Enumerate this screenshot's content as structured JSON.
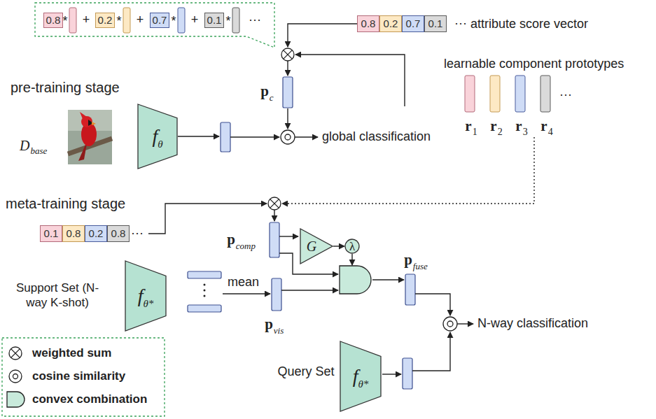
{
  "diagram": {
    "nodes": [
      {
        "text": [
          "0.8"
        ]
      },
      {
        "text": [
          "0.2"
        ]
      },
      {
        "text": [
          "0.7"
        ]
      },
      {
        "text": [
          "0.1"
        ]
      },
      {
        "text": [
          "0.8"
        ]
      },
      {
        "text": [
          "0.2"
        ]
      },
      {
        "text": [
          "0.7"
        ]
      },
      {
        "text": [
          "0.1"
        ]
      },
      {
        "text": [
          "f",
          "θ"
        ]
      },
      {
        "text": [
          "0.1"
        ]
      },
      {
        "text": [
          "0.8"
        ]
      },
      {
        "text": [
          "0.2"
        ]
      },
      {
        "text": [
          "0.8"
        ]
      },
      {
        "text": [
          "G"
        ]
      },
      {
        "text": [
          "λ"
        ]
      },
      {
        "text": [
          "f",
          "θ*"
        ]
      },
      {
        "text": [
          "f",
          "θ*"
        ]
      }
    ],
    "edges": [
      {
        "from": 13,
        "to": 14,
        "arrow": "to"
      }
    ],
    "labels": [
      "*",
      "+",
      "*",
      "+",
      "*",
      "+",
      "*",
      "···",
      "···",
      "attribute score vector",
      "learnable component prototypes",
      "pre-training stage",
      "p",
      "c",
      "global classification",
      "r",
      "1",
      "r",
      "2",
      "r",
      "3",
      "r",
      "4",
      "···",
      "D",
      "base",
      "meta-training stage",
      "···",
      "p",
      "comp",
      "Support Set (N-way K-shot)",
      "mean",
      "p",
      "vis",
      "p",
      "fuse",
      "N-way classification",
      "Query Set"
    ],
    "legend": [
      {
        "text": "weighted sum"
      },
      {
        "text": "cosine similarity"
      },
      {
        "text": "convex combination"
      }
    ]
  }
}
